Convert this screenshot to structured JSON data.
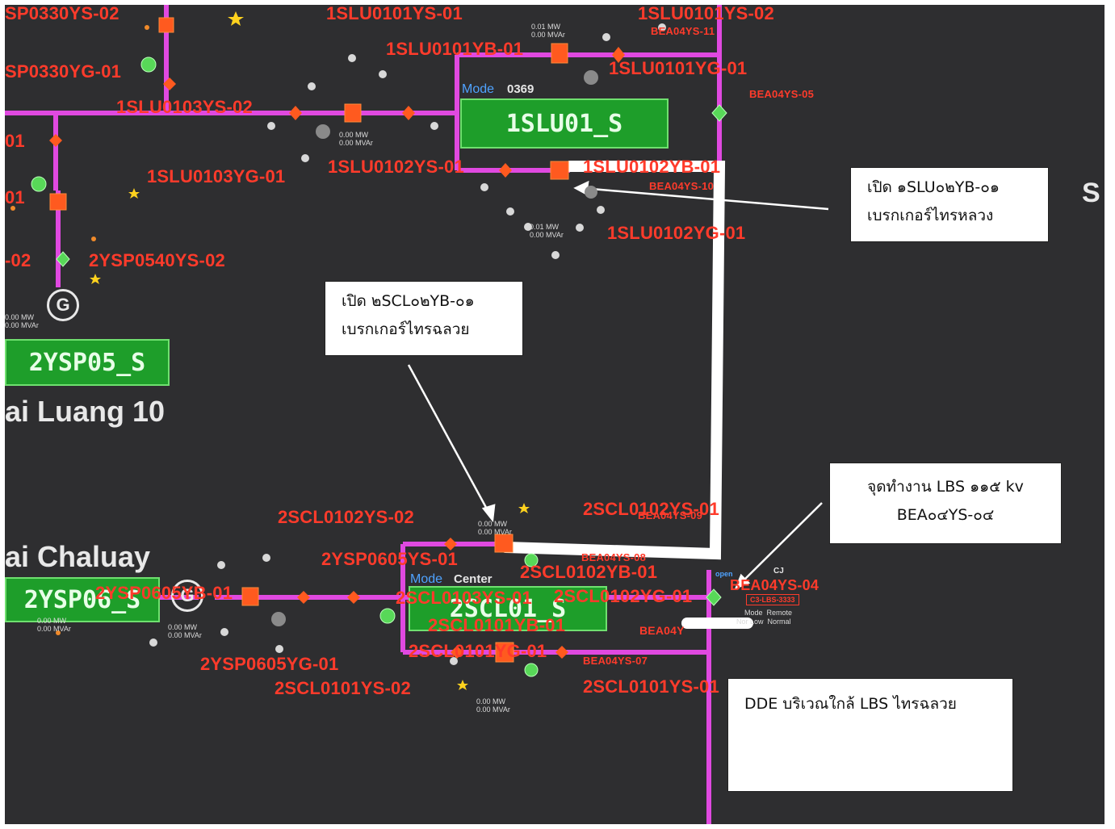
{
  "stations": {
    "slu01": "1SLU01_S",
    "ysp05": "2YSP05_S",
    "ysp06": "2YSP06_S",
    "scl01": "2SCL01_S"
  },
  "substation_names": {
    "sai_luang": "ai Luang 10",
    "sai_chaluay": "ai Chaluay"
  },
  "equipment_labels": {
    "ysp0330ys02": "SP0330YS-02",
    "ysp0330yg01": "SP0330YG-01",
    "slu0101ys01": "1SLU0101YS-01",
    "slu0101ys02": "1SLU0101YS-02",
    "slu0101yb01": "1SLU0101YB-01",
    "slu0101yg01": "1SLU0101YG-01",
    "slu0103ys02": "1SLU0103YS-02",
    "slu0103yg01": "1SLU0103YG-01",
    "slu0102ys01": "1SLU0102YS-01",
    "slu0102yg01": "1SLU0102YG-01",
    "slu0102yb01": "1SLU0102YB-01",
    "left01a": "01",
    "left01b": "01",
    "left02": "-02",
    "ysp0540ys02": "2YSP0540YS-02",
    "scl0102ys02": "2SCL0102YS-02",
    "ysp0605ys01": "2YSP0605YS-01",
    "ysp0605yb01": "2YSP0605YB-01",
    "scl0102ys01": "2SCL0102YS-01",
    "scl0102yb01": "2SCL0102YB-01",
    "scl0103ys01": "2SCL0103YS-01",
    "scl0102yg01": "2SCL0102YG-01",
    "scl0101yb01": "2SCL0101YB-01",
    "scl0101yg01": "2SCL0101YG-01",
    "bea04ys04": "BEA04YS-04",
    "ysp0605yg01": "2YSP0605YG-01",
    "scl0101ys02": "2SCL0101YS-02",
    "scl0101ys01": "2SCL0101YS-01",
    "bea04ys10": "BEA04YS-10",
    "bea04ys09": "BEA04YS-09",
    "bea04ys08": "BEA04YS-08",
    "bea04ys07": "BEA04YS-07",
    "bea04ys11": "BEA04YS-11",
    "bea04ys05": "BEA04YS-05",
    "bea04y": "BEA04Y"
  },
  "mode_panels": {
    "slu01_mode_label": "Mode",
    "scl01_mode_label": "Mode",
    "scl01_mode_value": "Center",
    "slu01_mode_value": "0369",
    "status_open": "open",
    "status_cj": "CJ",
    "lbs_id": "C3-LBS-3333",
    "mode_remote": "Mode  Remote",
    "mode_normal": "Nor Low  Normal"
  },
  "readings": {
    "r1": "0.01 MW\n0.00 MVAr",
    "r2": "0.00 MW\n0.00 MVAr",
    "r3": "0.01 MW\n0.00 MVAr",
    "r4": "0.00 MW\n0.00 MVAr",
    "r5": "0.00 MW\n0.00 MVAr",
    "r6": "0.00 MW\n0.00 MVAr",
    "r7": "0.00 MW\n0.00 MVAr",
    "r8": "0.00 MW\n0.00 MVAr"
  },
  "generator_symbol": "G",
  "edge_letter": "S",
  "annotations": {
    "open_slu": [
      "เปิด ๑SLU๐๒YB-๐๑",
      "เบรกเกอร์ไทรหลวง"
    ],
    "open_scl": [
      "เปิด ๒SCL๐๒YB-๐๑",
      "เบรกเกอร์ไทรฉลวย"
    ],
    "lbs_point": [
      "จุดทำงาน LBS ๑๑๕ kv",
      "BEA๐๔YS-๐๔"
    ],
    "dde": [
      "DDE บริเวณใกล้ LBS ไทรฉลวย"
    ]
  },
  "colors": {
    "background": "#2e2e30",
    "bus": "#e049e0",
    "label": "#ff3b2b",
    "station_fill": "#1e9e2a",
    "callout_fill": "#ffffff",
    "highlight_line": "#ffffff"
  }
}
